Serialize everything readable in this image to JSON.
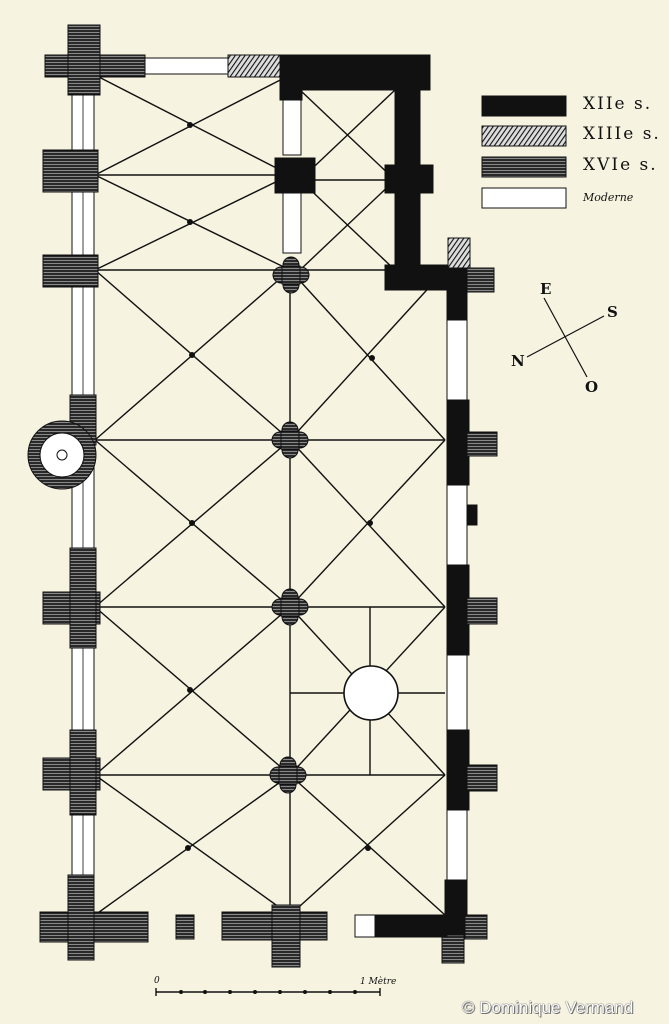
{
  "legend": {
    "items": [
      {
        "label": "XIIe s.",
        "fill": "solid-black"
      },
      {
        "label": "XIIIe s.",
        "fill": "diagonal-hatch"
      },
      {
        "label": "XVIe s.",
        "fill": "horizontal-hatch"
      },
      {
        "label": "Moderne",
        "fill": "white"
      }
    ]
  },
  "compass": {
    "north": "N",
    "south": "S",
    "east": "E",
    "west": "O"
  },
  "scale": {
    "start": "0",
    "end": "1 Mètre"
  },
  "copyright": "© Dominique Vermand",
  "colors": {
    "paper": "#f7f3e1",
    "ink": "#111111"
  }
}
